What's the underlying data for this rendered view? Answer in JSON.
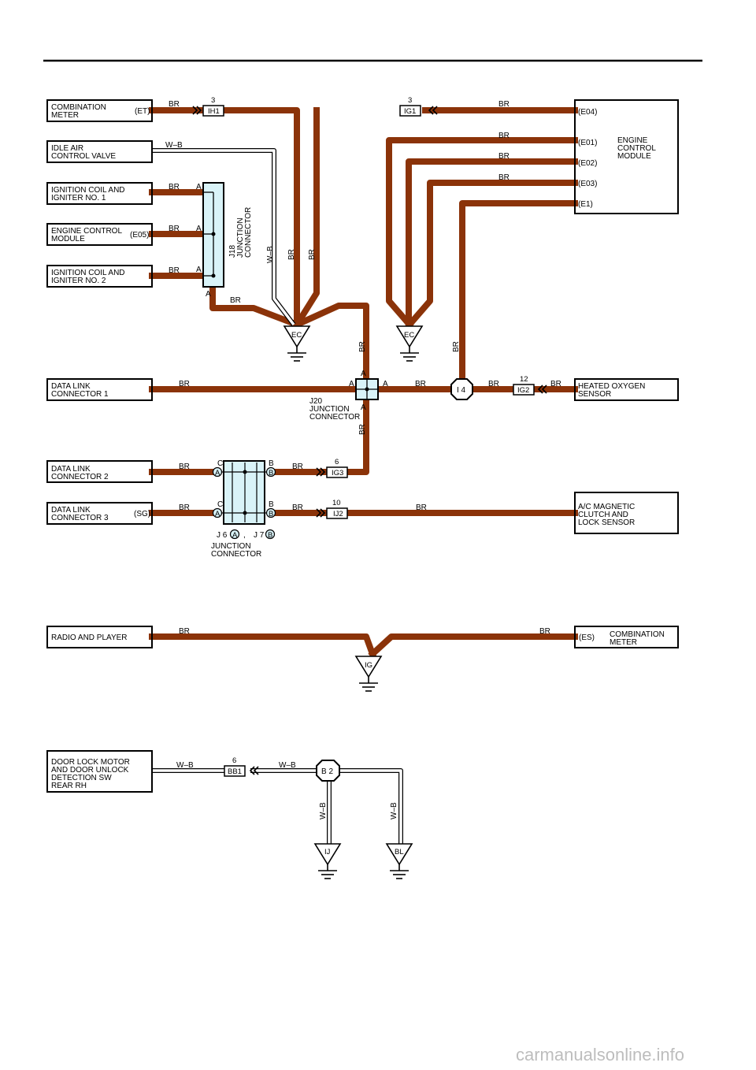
{
  "components": {
    "comb_meter_top": {
      "line1": "COMBINATION",
      "line2": "METER",
      "pin": "(ET)"
    },
    "idle_air": {
      "line1": "IDLE AIR",
      "line2": "CONTROL VALVE"
    },
    "ign_coil1": {
      "line1": "IGNITION COIL AND",
      "line2": "IGNITER NO. 1"
    },
    "ecm_left": {
      "line1": "ENGINE CONTROL",
      "line2": "MODULE",
      "pin": "(E05)"
    },
    "ign_coil2": {
      "line1": "IGNITION COIL AND",
      "line2": "IGNITER NO. 2"
    },
    "ecm_right": {
      "line1": "ENGINE",
      "line2": "CONTROL",
      "line3": "MODULE",
      "pins": [
        "(E04)",
        "(E01)",
        "(E02)",
        "(E03)",
        "(E1)"
      ]
    },
    "dlc1": {
      "line1": "DATA LINK",
      "line2": "CONNECTOR 1"
    },
    "heated_o2": {
      "line1": "HEATED OXYGEN",
      "line2": "SENSOR"
    },
    "dlc2": {
      "line1": "DATA LINK",
      "line2": "CONNECTOR 2"
    },
    "dlc3": {
      "line1": "DATA LINK",
      "line2": "CONNECTOR 3",
      "pin": "(SG)"
    },
    "ac_clutch": {
      "line1": "A/C MAGNETIC",
      "line2": "CLUTCH AND",
      "line3": "LOCK SENSOR"
    },
    "radio": {
      "line1": "RADIO AND PLAYER"
    },
    "comb_meter_bottom": {
      "pin": "(ES)",
      "line1": "COMBINATION",
      "line2": "METER"
    },
    "door_lock": {
      "line1": "DOOR LOCK MOTOR",
      "line2": "AND DOOR UNLOCK",
      "line3": "DETECTION SW",
      "line4": "REAR RH"
    }
  },
  "wire_colors": {
    "br": "BR",
    "wb": "W–B"
  },
  "connectors": {
    "ih1": {
      "id": "IH1",
      "pin": "3"
    },
    "ig1": {
      "id": "IG1",
      "pin": "3"
    },
    "ig2": {
      "id": "IG2",
      "pin": "12"
    },
    "ig3": {
      "id": "IG3",
      "pin": "6"
    },
    "ij2": {
      "id": "IJ2",
      "pin": "10"
    },
    "bb1": {
      "id": "BB1",
      "pin": "6"
    }
  },
  "junctions": {
    "j18": {
      "line1": "J18",
      "line2": "JUNCTION",
      "line3": "CONNECTOR",
      "pin": "A"
    },
    "j20": {
      "line1": "J20",
      "line2": "JUNCTION",
      "line3": "CONNECTOR",
      "pin": "A"
    },
    "j6j7": {
      "j6": "J 6",
      "j7": "J 7",
      "sep": ",",
      "a": "A",
      "b": "B",
      "c": "C",
      "line1": "JUNCTION",
      "line2": "CONNECTOR"
    },
    "i4": "I 4",
    "b2": "B 2"
  },
  "grounds": {
    "ec1": "EC",
    "ec2": "EC",
    "ig": "IG",
    "ij": "IJ",
    "bl": "BL"
  },
  "watermark": "carmanualsonline.info",
  "colors": {
    "wire_br": "#8b3309",
    "wire_wb_stripe": "#ffffff",
    "line": "#000000"
  }
}
